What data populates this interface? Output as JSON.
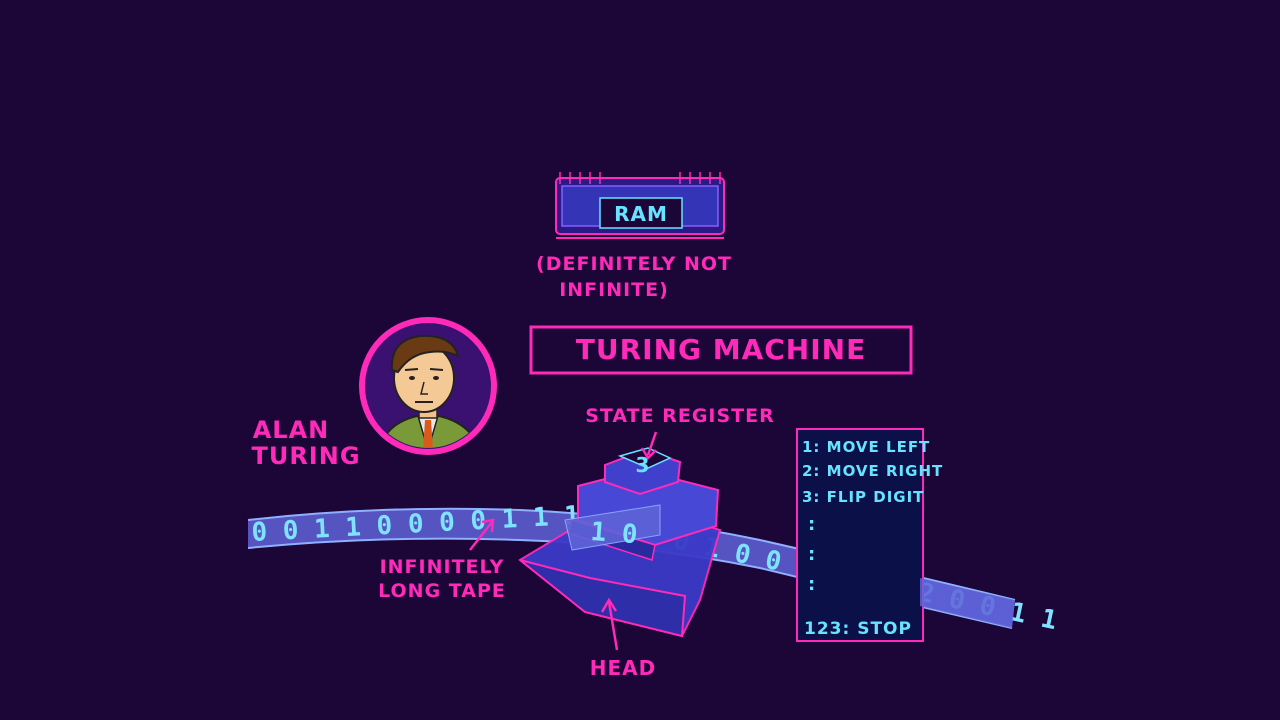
{
  "ram": {
    "label": "RAM",
    "caption_line1": "(DEFINITELY NOT",
    "caption_line2": "INFINITE)"
  },
  "title": "TURING MACHINE",
  "portrait": {
    "name_line1": "ALAN",
    "name_line2": "TURING"
  },
  "state_register": {
    "label": "STATE REGISTER",
    "value": "3"
  },
  "tape": {
    "digits_left": "0 0 1 1 0 0 0 0 1 1 1",
    "digits_mid": "1 0",
    "digits_right": "0 1 0 0 1 0 1 0 2 0 0 1 1",
    "label_line1": "INFINITELY",
    "label_line2": "LONG TAPE"
  },
  "head": {
    "label": "HEAD"
  },
  "instructions": {
    "items": [
      "1: MOVE LEFT",
      "2: MOVE RIGHT",
      "3: FLIP DIGIT"
    ],
    "ellipsis": ":",
    "last": "123: STOP"
  },
  "colors": {
    "background": "#1c0537",
    "accent_pink": "#ff2ab9",
    "accent_cyan": "#67e3ff",
    "tape_blue": "#5f63d8"
  }
}
